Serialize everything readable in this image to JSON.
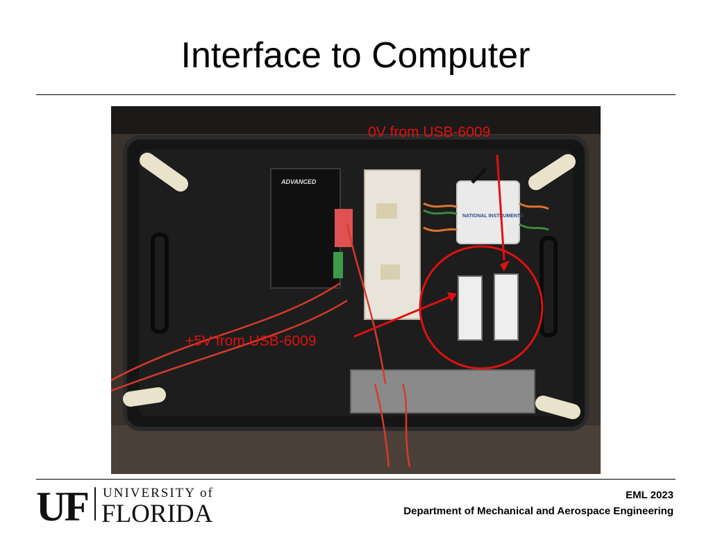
{
  "slide": {
    "title": "Interface to Computer"
  },
  "photo": {
    "annotations": {
      "zero_volt": "0V from USB-6009",
      "plus_five_volt": "+5V from USB-6009"
    },
    "label_color": "#e01010",
    "amplifier_label": "ADVANCED",
    "daq_label": "NATIONAL INSTRUMENTS"
  },
  "footer": {
    "logo_mark": "UF",
    "logo_line1": "UNIVERSITY of",
    "logo_line2": "FLORIDA",
    "course": "EML 2023",
    "department": "Department of Mechanical and Aerospace Engineering"
  }
}
